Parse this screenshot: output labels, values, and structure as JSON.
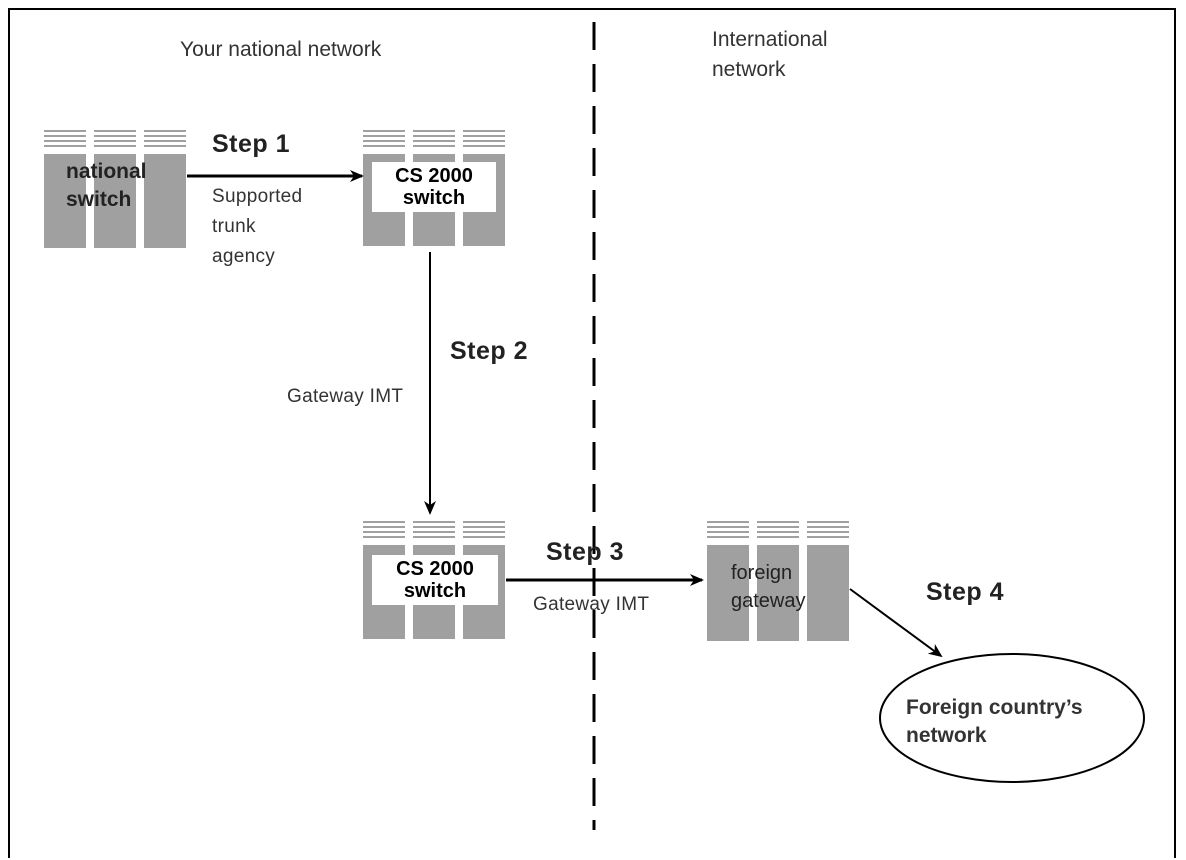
{
  "regions": {
    "national": "Your national network",
    "international_line1": "International",
    "international_line2": "network"
  },
  "steps": {
    "step1": "Step 1",
    "step2": "Step 2",
    "step3": "Step 3",
    "step4": "Step 4"
  },
  "links": {
    "step1_line1": "Supported",
    "step1_line2": "trunk",
    "step1_line3": "agency",
    "step2": "Gateway IMT",
    "step3": "Gateway IMT"
  },
  "nodes": {
    "national_switch_line1": "national",
    "national_switch_line2": "switch",
    "cs2000_top_line1": "CS 2000",
    "cs2000_top_line2": "switch",
    "cs2000_bottom_line1": "CS 2000",
    "cs2000_bottom_line2": "switch",
    "foreign_gateway_line1": "foreign",
    "foreign_gateway_line2": "gateway",
    "foreign_network_line1": "Foreign country’s",
    "foreign_network_line2": "network"
  },
  "colors": {
    "switch_fill": "#a0a0a0",
    "line": "#000000"
  }
}
